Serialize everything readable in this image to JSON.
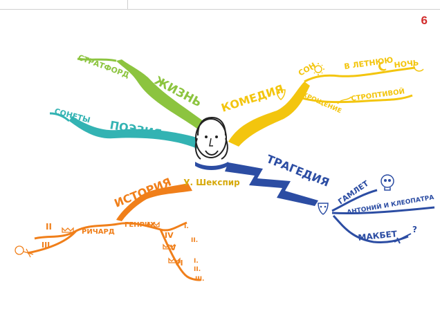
{
  "page_number": "6",
  "center": {
    "label": "У. Шекспир"
  },
  "colors": {
    "life": "#8cc43f",
    "poetry": "#33b3b3",
    "comedy": "#f3c50e",
    "tragedy": "#2c4da3",
    "history": "#f07f1a",
    "page_number": "#d22b2b"
  },
  "branches": {
    "life": {
      "label": "ЖИЗНЬ",
      "sub": [
        "СТРАТФОРД"
      ]
    },
    "poetry": {
      "label": "ПОЭЗИЯ",
      "sub": [
        "СОНЕТЫ"
      ]
    },
    "comedy": {
      "label": "КОМЕДИЯ",
      "sub": [
        "СОН",
        "В ЛЕТНЮЮ",
        "НОЧЬ",
        "УКРОЩЕНИЕ",
        "СТРОПТИВОЙ"
      ],
      "icons": [
        "theater-mask-icon",
        "sun-icon",
        "moon-icon",
        "whip-icon",
        "sleeping-moon-icon"
      ]
    },
    "tragedy": {
      "label": "ТРАГЕДИЯ",
      "sub": [
        "ГАМЛЕТ",
        "АНТОНИЙ И КЛЕОПАТРА",
        "МАКБЕТ"
      ],
      "icons": [
        "skull-icon",
        "dagger-icon",
        "question-icon",
        "drama-mask-icon"
      ]
    },
    "history": {
      "label": "ИСТОРИЯ",
      "sub": [
        "РИЧАРД",
        "ГЕНРИХ"
      ],
      "roman_left": [
        "II",
        "III"
      ],
      "roman_right": [
        "IV",
        "V",
        "VI"
      ],
      "parts": [
        "I.",
        "II.",
        "I.",
        "II.",
        "III."
      ],
      "icons": [
        "crown-icon",
        "crown-icon",
        "crown-icon",
        "crown-icon",
        "fallen-king-icon"
      ]
    }
  }
}
